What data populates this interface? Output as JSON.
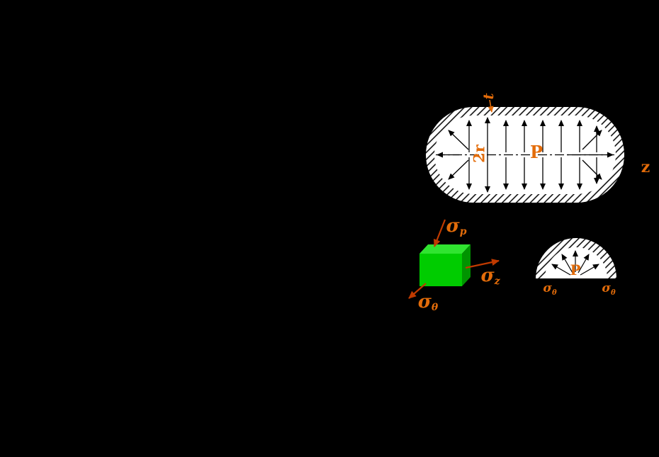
{
  "figure": {
    "background": "#000000",
    "colors": {
      "background": "#000000",
      "accent_orange": "#E36C0A",
      "stress_arrow": "#C03A00",
      "line_black": "#000000",
      "vessel_fill": "#FFFFFF",
      "cube_front": "#00CC00",
      "cube_top": "#30E430",
      "cube_side": "#009400"
    },
    "vessel": {
      "thickness_label": "t",
      "diameter_label": "2r",
      "pressure_label": "P",
      "axis_label": "z"
    },
    "stress_element": {
      "sigma_symbol": "σ",
      "subscripts": {
        "radial": "p",
        "axial": "z",
        "hoop": "θ"
      }
    },
    "cross_section": {
      "pressure_label": "P",
      "sigma_symbol": "σ",
      "hoop_subscript": "θ"
    }
  }
}
